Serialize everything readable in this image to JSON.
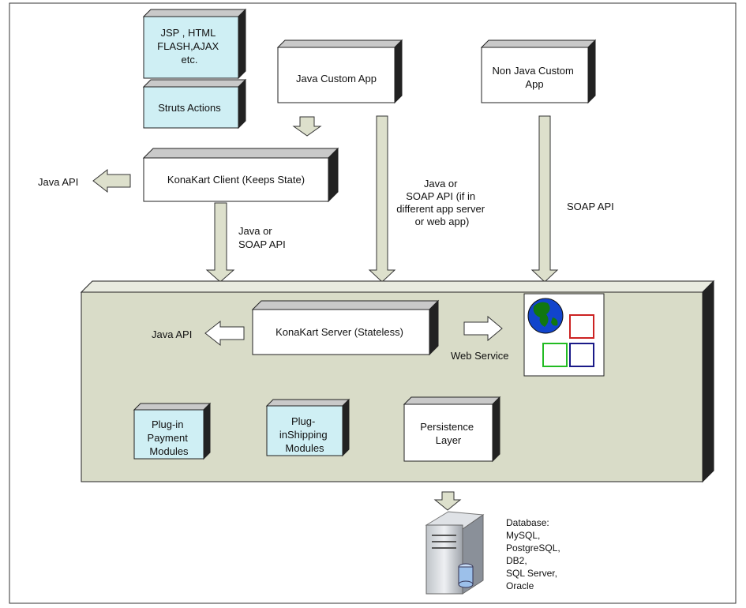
{
  "client_layer": {
    "jsp_box": [
      "JSP , HTML",
      "FLASH,AJAX",
      "etc."
    ],
    "struts_box": "Struts Actions",
    "konakart_client": "KonaKart Client (Keeps State)",
    "java_api_left": "Java API",
    "arrow_label_left": [
      "Java or",
      "SOAP API"
    ]
  },
  "java_custom_app": {
    "label": "Java Custom App",
    "arrow_label": [
      "Java or",
      "SOAP API (if in",
      "different app server",
      "or web app)"
    ]
  },
  "non_java_custom_app": {
    "label": [
      "Non Java Custom",
      "App"
    ],
    "arrow_label": "SOAP API"
  },
  "server_layer": {
    "konakart_server": "KonaKart Server (Stateless)",
    "java_api": "Java API",
    "web_service": "Web Service",
    "payment_modules": [
      "Plug-in",
      "Payment",
      "Modules"
    ],
    "shipping_modules": [
      "Plug-",
      "inShipping",
      "Modules"
    ],
    "persistence": [
      "Persistence",
      "Layer"
    ]
  },
  "database": {
    "label": [
      "Database:",
      "MySQL,",
      "PostgreSQL,",
      "DB2,",
      "SQL Server,",
      "Oracle"
    ]
  },
  "colors": {
    "server_panel": "#d9dcc8",
    "light_blue_box": "#cfeff4",
    "arrow_fill": "#dde0cc",
    "ws_red": "#cc2222",
    "ws_green": "#22bb22",
    "ws_blue": "#1a1a88",
    "globe_blue": "#1144cc",
    "globe_green": "#117711"
  }
}
